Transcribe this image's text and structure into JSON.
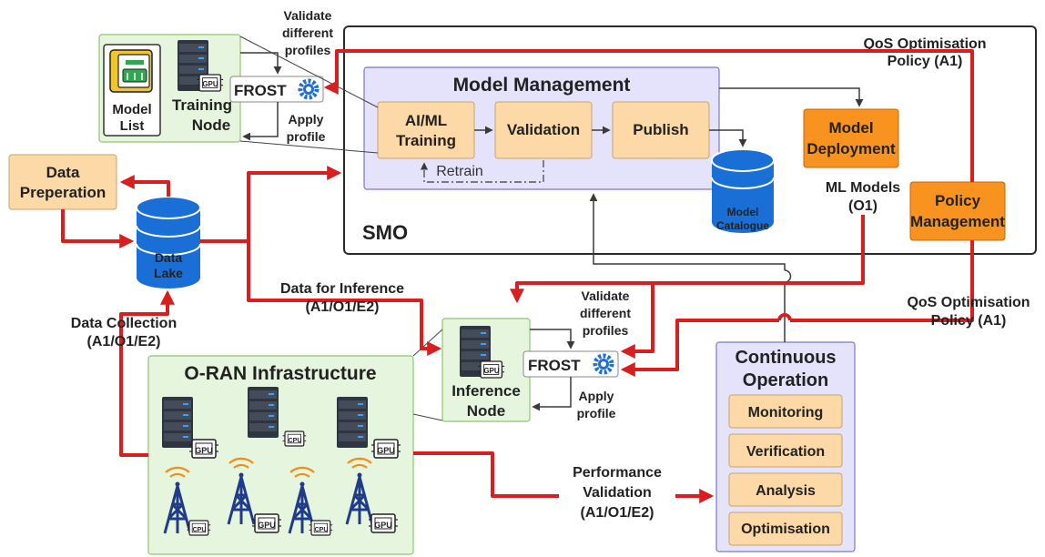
{
  "colors": {
    "red": "#d81e1e",
    "orange_box": "#f7931e",
    "peach_box": "#fcd9a6",
    "green_panel": "#e6f5dd",
    "lavender_panel": "#e5e3fb",
    "db_blue": "#1a6fd6",
    "frost_blue": "#1f6fd0"
  },
  "icons": [
    "server-icon",
    "gpu-chip-icon",
    "cpu-chip-icon",
    "antenna-tower-icon",
    "database-icon",
    "gear-icon",
    "model-list-icon"
  ],
  "smo": {
    "label": "SMO"
  },
  "model_management": {
    "title": "Model Management",
    "ai_ml": [
      "AI/ML",
      "Training"
    ],
    "validation": "Validation",
    "publish": "Publish",
    "retrain": "Retrain"
  },
  "model_catalogue": [
    "Model",
    "Catalogue"
  ],
  "model_deployment": [
    "Model",
    "Deployment"
  ],
  "policy_management": [
    "Policy",
    "Management"
  ],
  "ml_models": [
    "ML Models",
    "(O1)"
  ],
  "qos_top": [
    "QoS Optimisation",
    "Policy (A1)"
  ],
  "qos_right": [
    "QoS Optimisation",
    "Policy (A1)"
  ],
  "training": {
    "model_list": [
      "Model",
      "List"
    ],
    "node": [
      "Training",
      "Node"
    ],
    "validate": [
      "Validate",
      "different",
      "profiles"
    ],
    "apply": [
      "Apply",
      "profile"
    ],
    "frost": "FROST",
    "gpu": "GPU"
  },
  "data_preperation": [
    "Data",
    "Preperation"
  ],
  "data_lake": [
    "Data",
    "Lake"
  ],
  "data_for_inference": [
    "Data for Inference",
    "(A1/O1/E2)"
  ],
  "data_collection": [
    "Data Collection",
    "(A1/O1/E2)"
  ],
  "inference": {
    "node": [
      "Inference",
      "Node"
    ],
    "validate": [
      "Validate",
      "different",
      "profiles"
    ],
    "apply": [
      "Apply",
      "profile"
    ],
    "frost": "FROST",
    "gpu": "GPU"
  },
  "oran": {
    "title": "O-RAN Infrastructure",
    "gpu": "GPU",
    "cpu": "CPU"
  },
  "performance_validation": [
    "Performance",
    "Validation",
    "(A1/O1/E2)"
  ],
  "continuous_operation": {
    "title": [
      "Continuous",
      "Operation"
    ],
    "items": [
      "Monitoring",
      "Verification",
      "Analysis",
      "Optimisation"
    ]
  }
}
